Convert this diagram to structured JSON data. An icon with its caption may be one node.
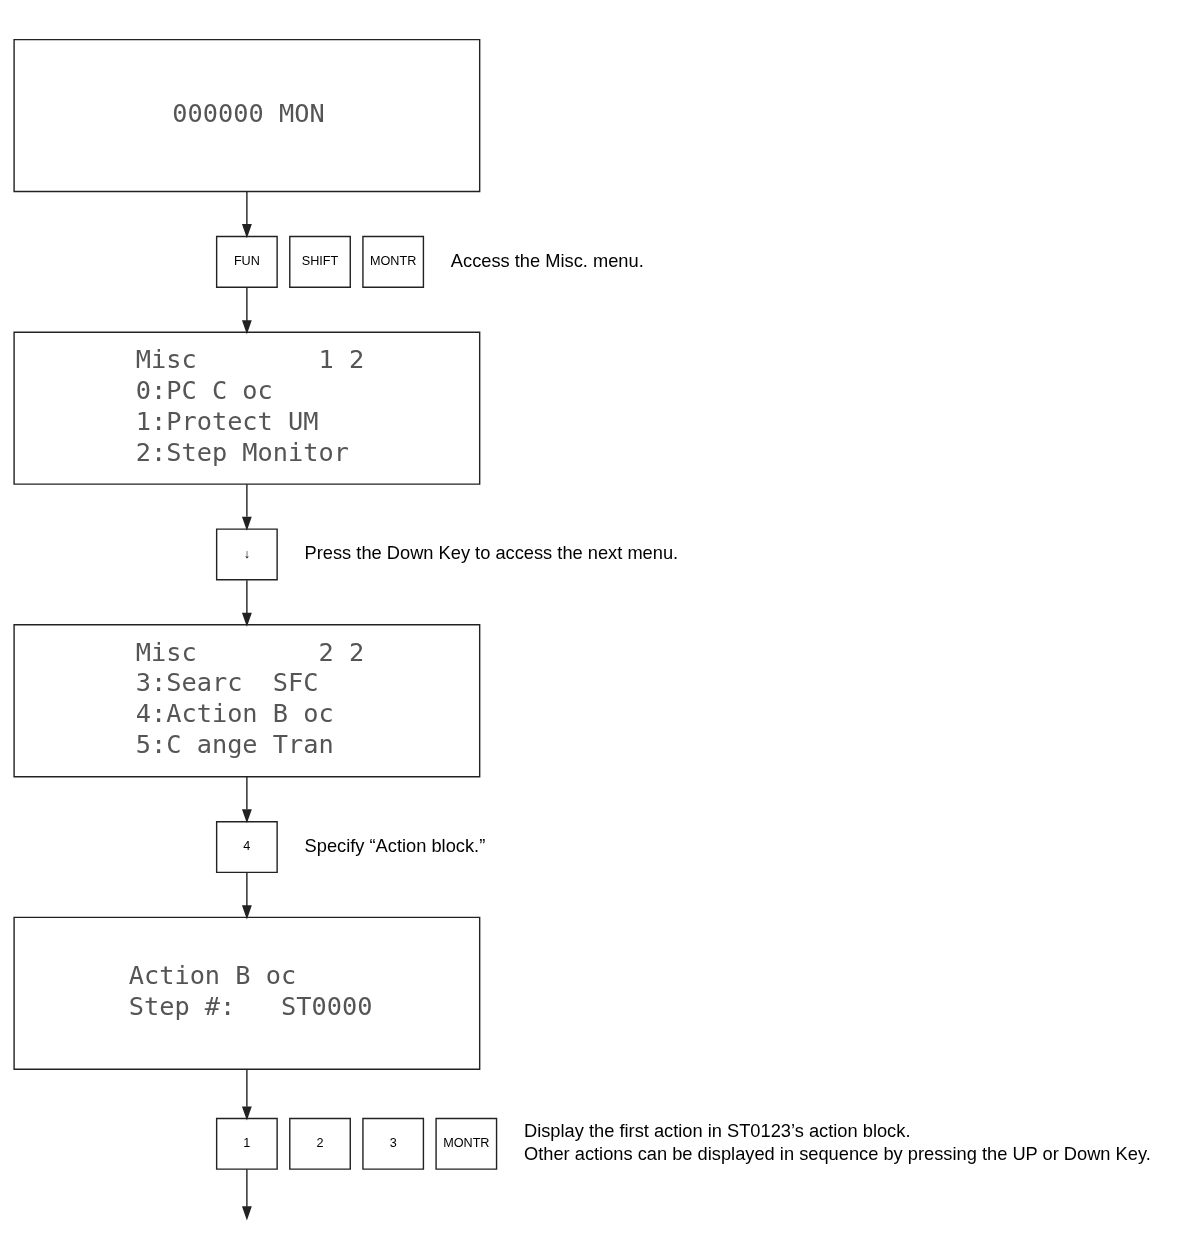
{
  "diagram": {
    "nodes": [
      {
        "text": [
          "000000 MON"
        ]
      },
      {
        "text": [
          "FUN"
        ]
      },
      {
        "text": [
          "SHIFT"
        ]
      },
      {
        "text": [
          "MONTR"
        ],
        "beside": [
          "Access the Misc. menu."
        ]
      },
      {
        "text": [
          "Misc        1 2",
          "0:PC C oc",
          "1:Protect UM",
          "2:Step Monitor"
        ]
      },
      {
        "text": [
          "↓"
        ],
        "beside": [
          "Press the Down Key to access the next menu."
        ]
      },
      {
        "text": [
          "Misc        2 2",
          "3:Searc  SFC",
          "4:Action B oc",
          "5:C ange Tran"
        ]
      },
      {
        "text": [
          "4"
        ],
        "beside": [
          "Specify “Action block.”"
        ]
      },
      {
        "text": [
          "Action B oc",
          "Step #:   ST0000"
        ]
      },
      {
        "text": [
          "1"
        ]
      },
      {
        "text": [
          "2"
        ]
      },
      {
        "text": [
          "3"
        ]
      },
      {
        "text": [
          "MONTR"
        ],
        "beside": [
          "Display the first action in ST0123’s action block.",
          "Other actions can be displayed in sequence by pressing the UP or Down Key."
        ]
      }
    ],
    "edges": [
      {
        "from": 0,
        "to": 1,
        "arrow": "to"
      },
      {
        "from": 1,
        "to": 4,
        "arrow": "to"
      },
      {
        "from": 4,
        "to": 5,
        "arrow": "to"
      },
      {
        "from": 5,
        "to": 6,
        "arrow": "to"
      },
      {
        "from": 6,
        "to": 7,
        "arrow": "to"
      },
      {
        "from": 7,
        "to": 8,
        "arrow": "to"
      },
      {
        "from": 8,
        "to": 9,
        "arrow": "to"
      },
      {
        "from": 9,
        "to": null,
        "arrow": "to"
      }
    ]
  }
}
